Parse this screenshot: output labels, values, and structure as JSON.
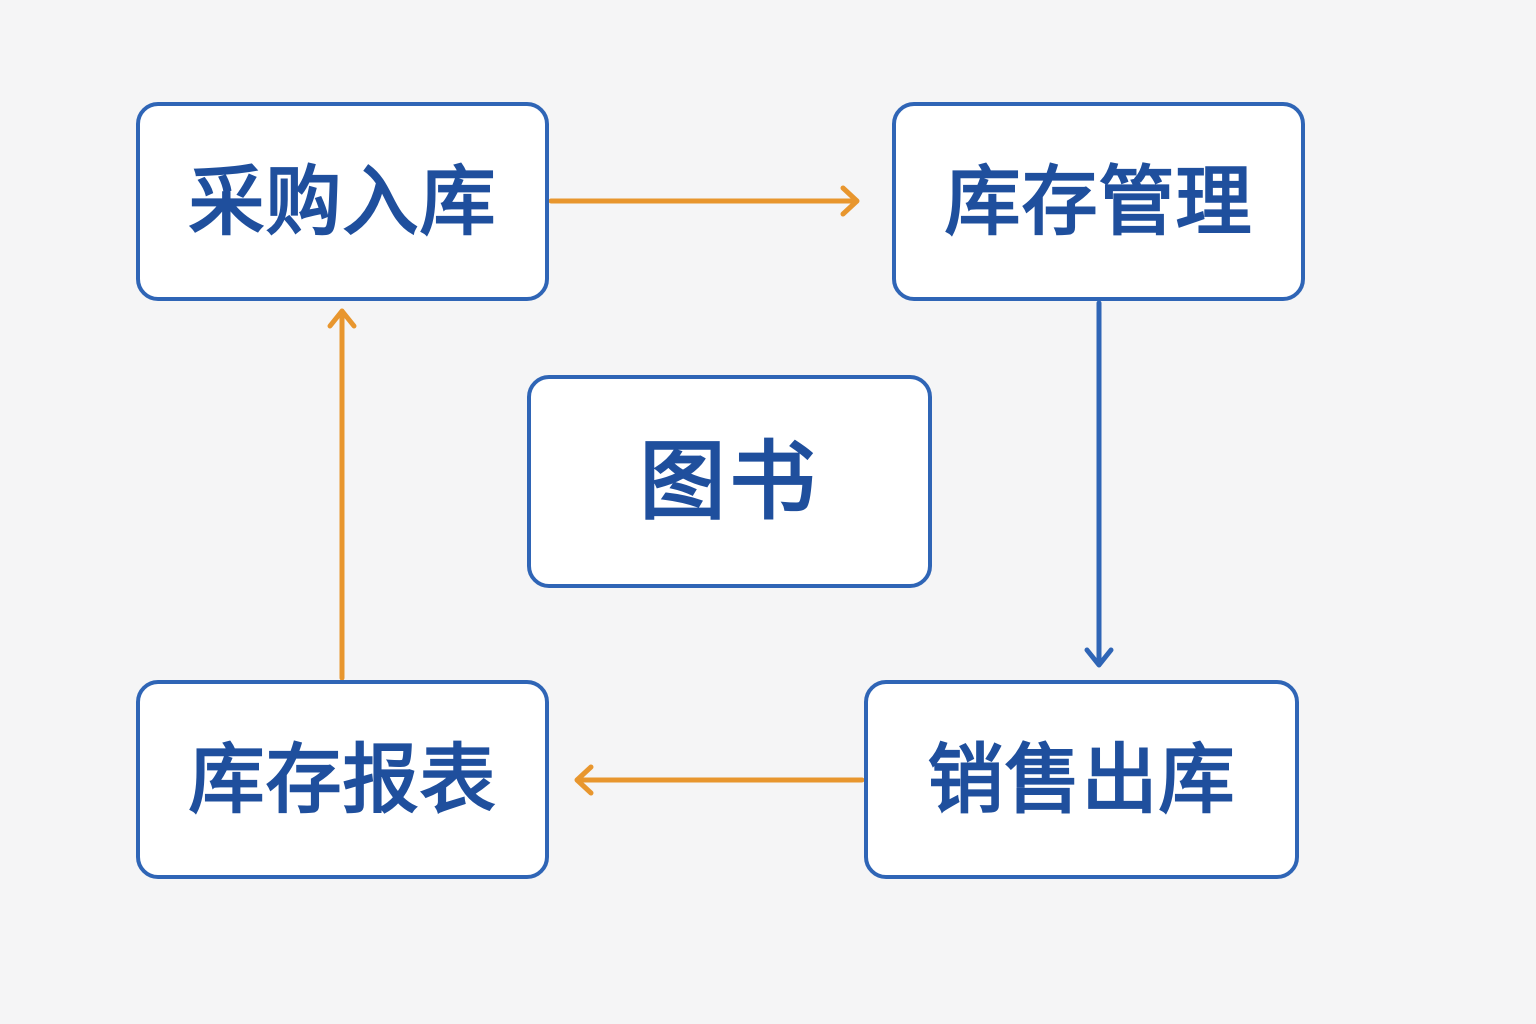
{
  "colors": {
    "background": "#f5f5f6",
    "node_border": "#2f65b6",
    "node_text": "#1f4f9d",
    "arrow_orange": "#e8962e",
    "arrow_blue": "#2f65b6"
  },
  "nodes": {
    "purchase": "采购入库",
    "inventory": "库存管理",
    "center": "图书",
    "report": "库存报表",
    "sales": "销售出库"
  },
  "edges": [
    {
      "from": "purchase",
      "to": "inventory",
      "color": "arrow_orange"
    },
    {
      "from": "inventory",
      "to": "sales",
      "color": "arrow_blue"
    },
    {
      "from": "sales",
      "to": "report",
      "color": "arrow_orange"
    },
    {
      "from": "report",
      "to": "purchase",
      "color": "arrow_orange"
    }
  ]
}
